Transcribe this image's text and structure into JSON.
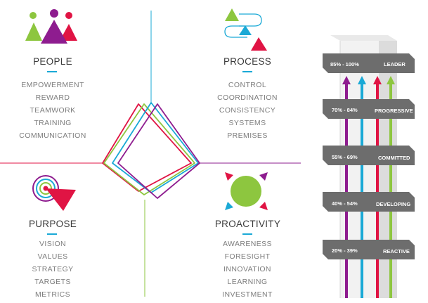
{
  "quadrants": {
    "people": {
      "title": "PEOPLE",
      "items": [
        "EMPOWERMENT",
        "REWARD",
        "TEAMWORK",
        "TRAINING",
        "COMMUNICATION"
      ]
    },
    "process": {
      "title": "PROCESS",
      "items": [
        "CONTROL",
        "COORDINATION",
        "CONSISTENCY",
        "SYSTEMS",
        "PREMISES"
      ]
    },
    "purpose": {
      "title": "PURPOSE",
      "items": [
        "VISION",
        "VALUES",
        "STRATEGY",
        "TARGETS",
        "METRICS"
      ]
    },
    "proactivity": {
      "title": "PROACTIVITY",
      "items": [
        "AWARENESS",
        "FORESIGHT",
        "INNOVATION",
        "LEARNING",
        "INVESTMENT"
      ]
    }
  },
  "tower": {
    "bands": [
      {
        "range": "85% - 100%",
        "name": "LEADER"
      },
      {
        "range": "70% - 84%",
        "name": "PROGRESSIVE"
      },
      {
        "range": "55% - 69%",
        "name": "COMMITTED"
      },
      {
        "range": "40% - 54%",
        "name": "DEVELOPING"
      },
      {
        "range": "20% - 39%",
        "name": "REACTIVE"
      }
    ]
  },
  "colors": {
    "purple": "#8e1c8f",
    "cyan": "#1aa9d6",
    "red": "#e01444",
    "green": "#8dc63f",
    "band": "#6d6d6d",
    "text": "#3a3a3a",
    "muted": "#7d7d7d"
  }
}
